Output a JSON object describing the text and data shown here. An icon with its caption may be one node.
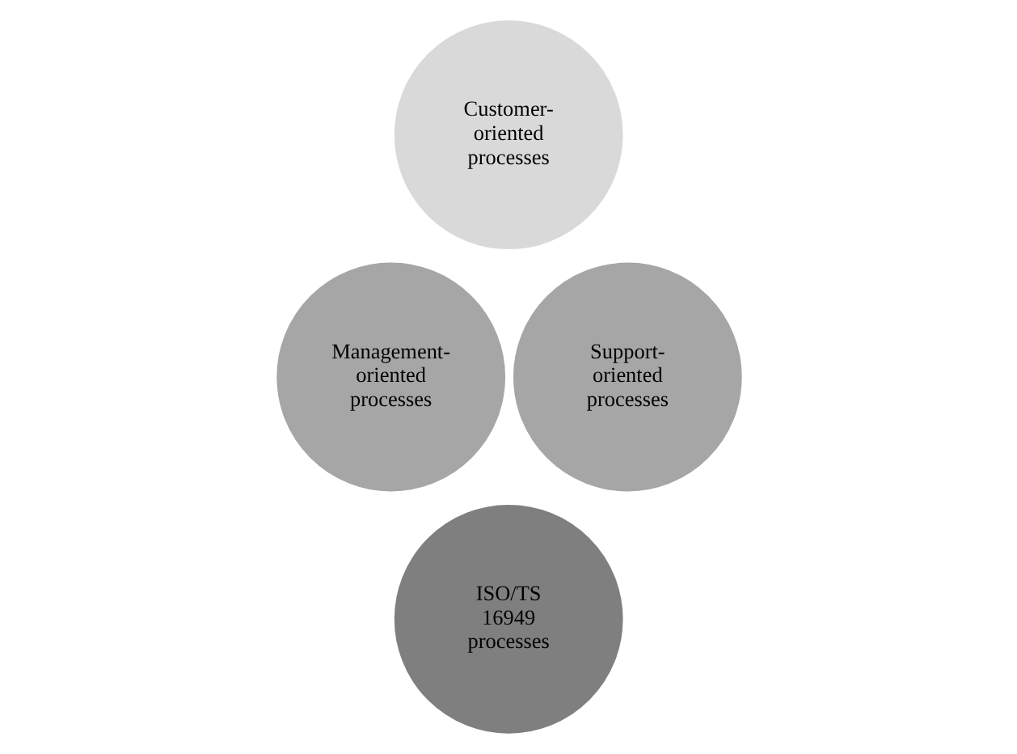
{
  "diagram": {
    "nodes": [
      {
        "text": [
          "Customer-oriented processes"
        ]
      },
      {
        "text": [
          "Management-oriented processes"
        ]
      },
      {
        "text": [
          "Support-oriented processes"
        ]
      },
      {
        "text": [
          "ISO/TS 16949 processes"
        ]
      }
    ]
  }
}
